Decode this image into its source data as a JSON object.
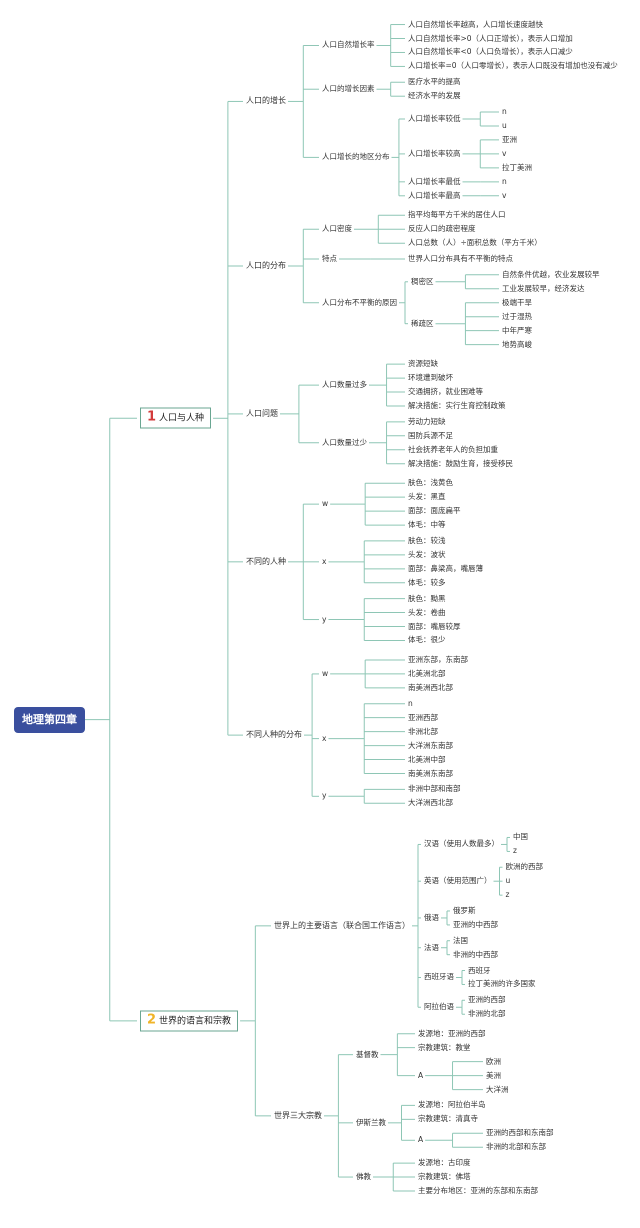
{
  "root": {
    "label": "地理第四章"
  },
  "colors": {
    "line": "#8ec6b5",
    "root_bg": "#3a4f9e",
    "num1": "#d33a3a",
    "num2": "#f0b429"
  },
  "icons": {
    "badge1": "number-one-badge",
    "badge2": "number-two-badge"
  },
  "branches": [
    {
      "num": "1",
      "label": "人口与人种",
      "children": [
        {
          "label": "人口的增长",
          "children": [
            {
              "label": "人口自然增长率",
              "children": [
                {
                  "label": "人口自然增长率越高，人口增长速度越快"
                },
                {
                  "label": "人口自然增长率>0（人口正增长），表示人口增加"
                },
                {
                  "label": "人口自然增长率<0（人口负增长），表示人口减少"
                },
                {
                  "label": "人口增长率=0（人口零增长），表示人口既没有增加也没有减少"
                }
              ]
            },
            {
              "label": "人口的增长因素",
              "children": [
                {
                  "label": "医疗水平的提高"
                },
                {
                  "label": "经济水平的发展"
                }
              ]
            },
            {
              "label": "人口增长的地区分布",
              "children": [
                {
                  "label": "人口增长率较低",
                  "children": [
                    {
                      "label": "n"
                    },
                    {
                      "label": "u"
                    }
                  ]
                },
                {
                  "label": "人口增长率较高",
                  "children": [
                    {
                      "label": "亚洲"
                    },
                    {
                      "label": "v"
                    },
                    {
                      "label": "拉丁美洲"
                    }
                  ]
                },
                {
                  "label": "人口增长率最低",
                  "children": [
                    {
                      "label": "n"
                    }
                  ]
                },
                {
                  "label": "人口增长率最高",
                  "children": [
                    {
                      "label": "v"
                    }
                  ]
                }
              ]
            }
          ]
        },
        {
          "label": "人口的分布",
          "children": [
            {
              "label": "人口密度",
              "children": [
                {
                  "label": "指平均每平方千米的居住人口"
                },
                {
                  "label": "反应人口的疏密程度"
                },
                {
                  "label": "人口总数（人）÷面积总数（平方千米）"
                }
              ]
            },
            {
              "label": "特点",
              "children": [
                {
                  "label": "世界人口分布具有不平衡的特点"
                }
              ]
            },
            {
              "label": "人口分布不平衡的原因",
              "children": [
                {
                  "label": "稠密区",
                  "children": [
                    {
                      "label": "自然条件优越，农业发展较早"
                    },
                    {
                      "label": "工业发展较早，经济发达"
                    }
                  ]
                },
                {
                  "label": "稀疏区",
                  "children": [
                    {
                      "label": "极端干旱"
                    },
                    {
                      "label": "过于湿热"
                    },
                    {
                      "label": "中年严寒"
                    },
                    {
                      "label": "地势高峻"
                    }
                  ]
                }
              ]
            }
          ]
        },
        {
          "label": "人口问题",
          "children": [
            {
              "label": "人口数量过多",
              "children": [
                {
                  "label": "资源短缺"
                },
                {
                  "label": "环境遭到破坏"
                },
                {
                  "label": "交通拥挤，就业困难等"
                },
                {
                  "label": "解决措施：实行生育控制政策"
                }
              ]
            },
            {
              "label": "人口数量过少",
              "children": [
                {
                  "label": "劳动力短缺"
                },
                {
                  "label": "国防兵源不足"
                },
                {
                  "label": "社会抚养老年人的负担加重"
                },
                {
                  "label": "解决措施：鼓励生育，接受移民"
                }
              ]
            }
          ]
        },
        {
          "label": "不同的人种",
          "children": [
            {
              "label": "w",
              "children": [
                {
                  "label": "肤色：浅黄色"
                },
                {
                  "label": "头发：黑直"
                },
                {
                  "label": "面部：面庞扁平"
                },
                {
                  "label": "体毛：中等"
                }
              ]
            },
            {
              "label": "x",
              "children": [
                {
                  "label": "肤色：较浅"
                },
                {
                  "label": "头发：波状"
                },
                {
                  "label": "面部：鼻梁高，嘴唇薄"
                },
                {
                  "label": "体毛：较多"
                }
              ]
            },
            {
              "label": "y",
              "children": [
                {
                  "label": "肤色：黝黑"
                },
                {
                  "label": "头发：卷曲"
                },
                {
                  "label": "面部：嘴唇较厚"
                },
                {
                  "label": "体毛：很少"
                }
              ]
            }
          ]
        },
        {
          "label": "不同人种的分布",
          "children": [
            {
              "label": "w",
              "children": [
                {
                  "label": "亚洲东部，东南部"
                },
                {
                  "label": "北美洲北部"
                },
                {
                  "label": "南美洲西北部"
                }
              ]
            },
            {
              "label": "x",
              "children": [
                {
                  "label": "n"
                },
                {
                  "label": "亚洲西部"
                },
                {
                  "label": "非洲北部"
                },
                {
                  "label": "大洋洲东南部"
                },
                {
                  "label": "北美洲中部"
                },
                {
                  "label": "南美洲东南部"
                }
              ]
            },
            {
              "label": "y",
              "children": [
                {
                  "label": "非洲中部和南部"
                },
                {
                  "label": "大洋洲西北部"
                }
              ]
            }
          ]
        }
      ]
    },
    {
      "num": "2",
      "label": "世界的语言和宗教",
      "children": [
        {
          "label": "世界上的主要语言（联合国工作语言）",
          "children": [
            {
              "label": "汉语（使用人数最多）",
              "children": [
                {
                  "label": "中国"
                },
                {
                  "label": "z"
                }
              ]
            },
            {
              "label": "英语（使用范围广）",
              "children": [
                {
                  "label": "欧洲的西部"
                },
                {
                  "label": "u"
                },
                {
                  "label": "z"
                }
              ]
            },
            {
              "label": "俄语",
              "children": [
                {
                  "label": "俄罗斯"
                },
                {
                  "label": "亚洲的中西部"
                }
              ]
            },
            {
              "label": "法语",
              "children": [
                {
                  "label": "法国"
                },
                {
                  "label": "非洲的中西部"
                }
              ]
            },
            {
              "label": "西班牙语",
              "children": [
                {
                  "label": "西班牙"
                },
                {
                  "label": "拉丁美洲的许多国家"
                }
              ]
            },
            {
              "label": "阿拉伯语",
              "children": [
                {
                  "label": "亚洲的西部"
                },
                {
                  "label": "非洲的北部"
                }
              ]
            }
          ]
        },
        {
          "label": "世界三大宗教",
          "children": [
            {
              "label": "基督教",
              "children": [
                {
                  "label": "发源地：亚洲的西部"
                },
                {
                  "label": "宗教建筑：教堂"
                },
                {
                  "label": "A",
                  "children": [
                    {
                      "label": "欧洲"
                    },
                    {
                      "label": "美洲"
                    },
                    {
                      "label": "大洋洲"
                    }
                  ]
                }
              ]
            },
            {
              "label": "伊斯兰教",
              "children": [
                {
                  "label": "发源地：阿拉伯半岛"
                },
                {
                  "label": "宗教建筑：清真寺"
                },
                {
                  "label": "A",
                  "children": [
                    {
                      "label": "亚洲的西部和东南部"
                    },
                    {
                      "label": "非洲的北部和东部"
                    }
                  ]
                }
              ]
            },
            {
              "label": "佛教",
              "children": [
                {
                  "label": "发源地：古印度"
                },
                {
                  "label": "宗教建筑：佛塔"
                },
                {
                  "label": "主要分布地区：亚洲的东部和东南部"
                }
              ]
            }
          ]
        }
      ]
    }
  ]
}
